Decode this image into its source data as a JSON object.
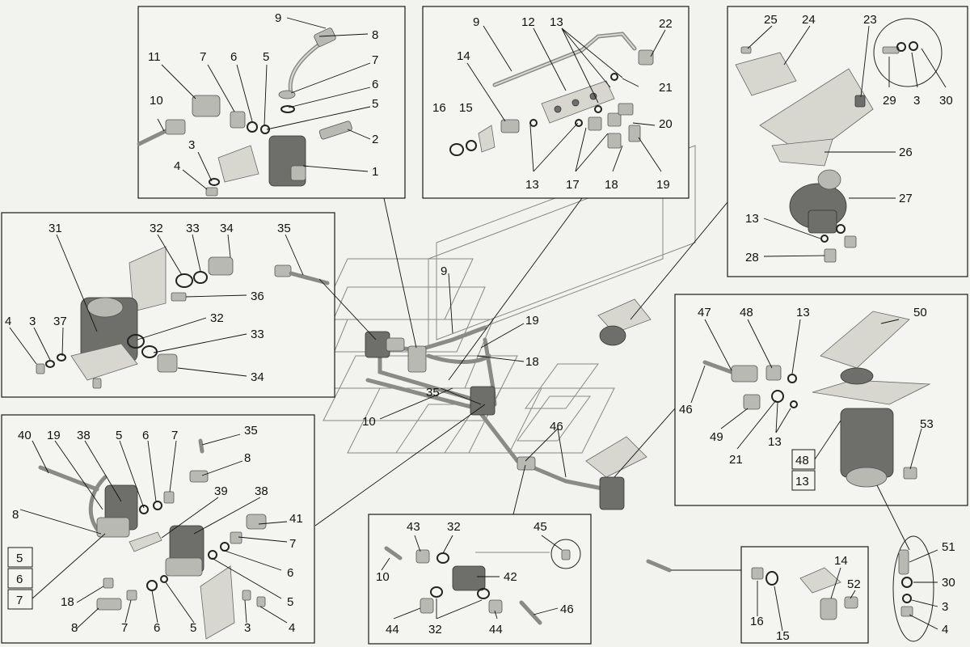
{
  "panels": {
    "top_left": {
      "labels": [
        "9",
        "8",
        "11",
        "7",
        "6",
        "5",
        "7",
        "6",
        "5",
        "10",
        "2",
        "3",
        "4",
        "1"
      ]
    },
    "top_middle": {
      "labels": [
        "9",
        "12",
        "13",
        "22",
        "14",
        "21",
        "16",
        "15",
        "20",
        "13",
        "17",
        "18",
        "19"
      ]
    },
    "top_right": {
      "labels": [
        "25",
        "24",
        "23",
        "29",
        "3",
        "30",
        "26",
        "27",
        "13",
        "28"
      ]
    },
    "mid_left": {
      "labels": [
        "31",
        "32",
        "33",
        "34",
        "35",
        "36",
        "4",
        "3",
        "37",
        "32",
        "33",
        "34"
      ]
    },
    "bottom_left": {
      "labels": [
        "40",
        "19",
        "38",
        "5",
        "6",
        "7",
        "35",
        "8",
        "39",
        "38",
        "41",
        "8",
        "7",
        "6",
        "5",
        "18",
        "8",
        "7",
        "6",
        "5",
        "3",
        "4"
      ],
      "stack": [
        "5",
        "6",
        "7"
      ]
    },
    "bottom_mid": {
      "labels": [
        "43",
        "32",
        "45",
        "10",
        "42",
        "44",
        "32",
        "44",
        "46"
      ]
    },
    "right": {
      "labels": [
        "47",
        "48",
        "13",
        "50",
        "46",
        "49",
        "21",
        "13",
        "53"
      ],
      "stack": [
        "48",
        "13"
      ]
    },
    "bottom_right": {
      "labels": [
        "16",
        "15",
        "14",
        "52"
      ]
    },
    "side_detail": {
      "labels": [
        "51",
        "30",
        "3",
        "4"
      ]
    }
  },
  "center": {
    "labels": [
      "9",
      "19",
      "18",
      "35",
      "10",
      "46"
    ]
  }
}
